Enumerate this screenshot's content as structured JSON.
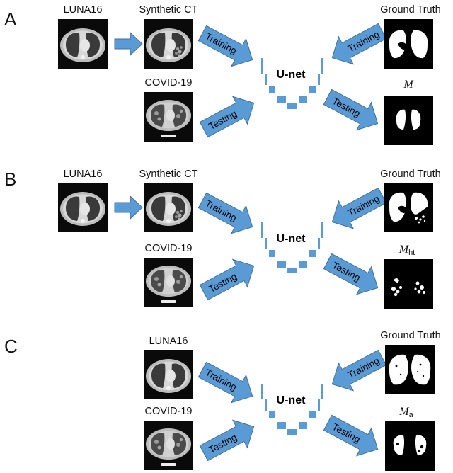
{
  "panels": [
    {
      "letter": "A",
      "source_label": "LUNA16",
      "train_label": "Synthetic CT",
      "test_label": "COVID-19",
      "gt_label": "Ground Truth",
      "out_label": "M",
      "out_sub": "",
      "training": "Training",
      "testing": "Testing",
      "unet": "U-net"
    },
    {
      "letter": "B",
      "source_label": "LUNA16",
      "train_label": "Synthetic CT",
      "test_label": "COVID-19",
      "gt_label": "Ground Truth",
      "out_label": "M",
      "out_sub": "ht",
      "training": "Training",
      "testing": "Testing",
      "unet": "U-net"
    },
    {
      "letter": "C",
      "train_label": "LUNA16",
      "test_label": "COVID-19",
      "gt_label": "Ground Truth",
      "out_label": "M",
      "out_sub": "a",
      "training": "Training",
      "testing": "Testing",
      "unet": "U-net"
    }
  ],
  "colors": {
    "arrow_fill": "#5b9bd5",
    "arrow_stroke": "#41719c",
    "unet_block": "#5b9bd5",
    "ct_background": "#000000",
    "mask_foreground": "#ffffff"
  }
}
